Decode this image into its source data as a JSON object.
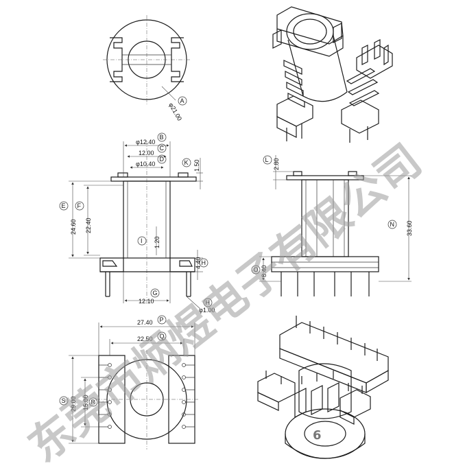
{
  "watermark": "东莞市炳煜电子有限公司",
  "page_number": "6",
  "top_view": {
    "dia": "φ21.00",
    "label": "A"
  },
  "front_view": {
    "d_b": "φ12.40",
    "l_b": "B",
    "d_c": "12.00",
    "l_c": "C",
    "d_d": "φ10.40",
    "l_d": "D",
    "d_k": "1.50",
    "l_k": "K",
    "d_e": "24.60",
    "l_e": "E",
    "d_f": "22.40",
    "l_f": "F",
    "d_i": "1.20",
    "l_i": "I",
    "d_h": "4.40",
    "l_h": "H",
    "d_g": "12.10",
    "l_g": "G",
    "d_pin": "φ1.00",
    "l_pin": "H"
  },
  "side_view": {
    "d_l": "2.80",
    "l_l": "L",
    "d_n": "33.60",
    "l_n": "N",
    "d_o": "8.40",
    "l_o": "O"
  },
  "bottom_view": {
    "d_p": "27.40",
    "l_p": "P",
    "d_q": "22.50",
    "l_q": "Q",
    "d_s": "29.00",
    "l_s": "S",
    "d_r": "15.00",
    "l_r": "R"
  }
}
